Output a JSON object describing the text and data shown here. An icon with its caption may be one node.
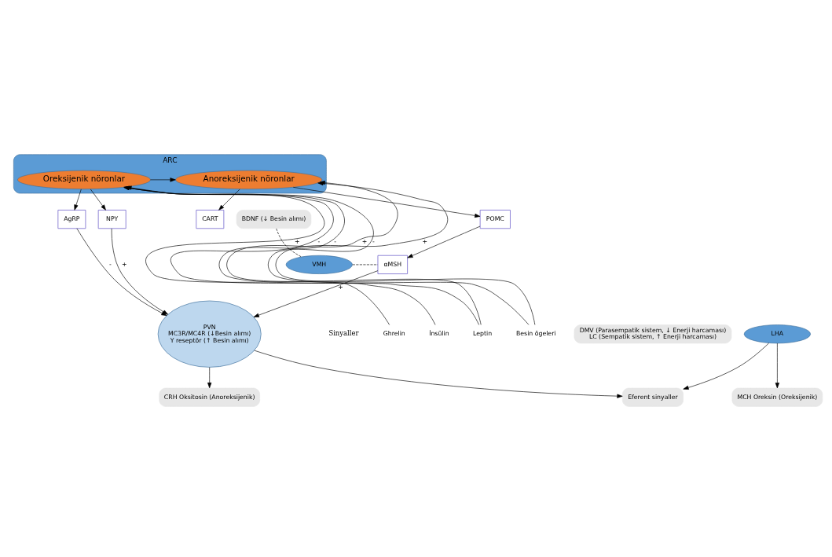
{
  "diagram": {
    "nodes": [
      {
        "text": [
          "ARC"
        ]
      },
      {
        "text": [
          "Oreksijenik nöronlar"
        ],
        "in": 0
      },
      {
        "text": [
          "Anoreksijenik nöronlar"
        ],
        "in": 0
      },
      {
        "text": [
          "AgRP"
        ]
      },
      {
        "text": [
          "NPY"
        ]
      },
      {
        "text": [
          "CART"
        ]
      },
      {
        "text": [
          "POMC"
        ]
      },
      {
        "text": [
          "αMSH"
        ]
      },
      {
        "text": [
          "PVN",
          "MC3R/MC4R (↓Besin alımı)",
          "Y reseptör (↑ Besin alımı)"
        ]
      },
      {
        "text": [
          "BDNF (↓ Besin alımı)"
        ]
      },
      {
        "text": [
          "VMH"
        ]
      },
      {
        "text": [
          "LHA"
        ]
      },
      {
        "text": [
          "MCH Oreksin (Oreksijenik)"
        ]
      },
      {
        "text": [
          "CRH Oksitosin (Anoreksijenik)"
        ]
      },
      {
        "text": [
          "Ghrelin"
        ]
      },
      {
        "text": [
          "İnsülin"
        ]
      },
      {
        "text": [
          "Leptin"
        ]
      },
      {
        "text": [
          "Besin ögeleri"
        ]
      },
      {
        "text": [
          "Eferent sinyaller"
        ]
      },
      {
        "text": [
          "DMV (Parasempatik sistem, ↓ Enerji harcaması)",
          "LC (Sempatik sistem, ↑ Enerji harcaması)"
        ]
      }
    ],
    "edges": [
      {
        "from": 1,
        "to": 2,
        "arrow": "to"
      },
      {
        "from": 1,
        "to": 3,
        "arrow": "to"
      },
      {
        "from": 1,
        "to": 4,
        "arrow": "to"
      },
      {
        "from": 2,
        "to": 5,
        "arrow": "to"
      },
      {
        "from": 2,
        "to": 6,
        "arrow": "to"
      },
      {
        "from": 6,
        "to": 7,
        "arrow": "to"
      },
      {
        "from": 3,
        "to": 8,
        "arrow": "to",
        "label": "-"
      },
      {
        "from": 7,
        "to": 8,
        "arrow": "to",
        "label": "+"
      },
      {
        "from": 4,
        "to": 8,
        "arrow": "to",
        "label": "+"
      },
      {
        "from": 9,
        "to": 10,
        "arrow": "none",
        "style": "dashed"
      },
      {
        "from": 10,
        "to": 7,
        "arrow": "none",
        "style": "dashed"
      },
      {
        "from": 14,
        "to": 1,
        "arrow": "to",
        "label": "+"
      },
      {
        "from": 15,
        "to": 1,
        "arrow": "to",
        "label": "-"
      },
      {
        "from": 16,
        "to": 1,
        "arrow": "to",
        "label": "-"
      },
      {
        "from": 17,
        "to": 1,
        "arrow": "to",
        "label": "-"
      },
      {
        "from": 16,
        "to": 2,
        "arrow": "to",
        "label": "+"
      },
      {
        "from": 17,
        "to": 2,
        "arrow": "to",
        "label": "+"
      },
      {
        "from": 11,
        "to": 12,
        "arrow": "to"
      },
      {
        "from": 8,
        "to": 13,
        "arrow": "to"
      },
      {
        "from": 11,
        "to": 18,
        "arrow": "to"
      },
      {
        "from": 8,
        "to": 18,
        "arrow": "to"
      }
    ],
    "labels": [
      "Sinyaller"
    ]
  }
}
